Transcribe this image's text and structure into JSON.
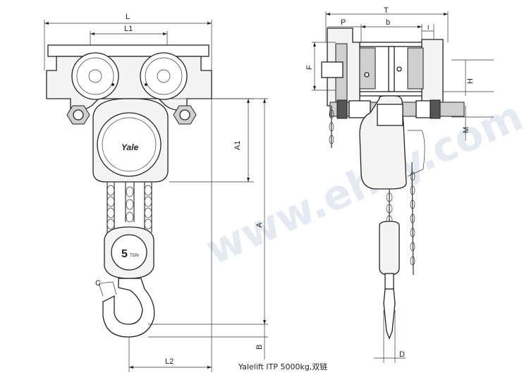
{
  "caption": "Yalelift ITP 5000kg,双链",
  "watermark": "www.ehsy.com",
  "brand_badge": "Yale",
  "load_badge": {
    "number": "5",
    "unit": "TON"
  },
  "front_view": {
    "labels": {
      "L": "L",
      "L1": "L1",
      "A1": "A1",
      "A": "A",
      "B": "B",
      "L2": "L2",
      "C": "C"
    }
  },
  "side_view": {
    "labels": {
      "T": "T",
      "P": "P",
      "b": "b",
      "I": "I",
      "F": "F",
      "H": "H",
      "M": "M",
      "D": "D"
    }
  }
}
